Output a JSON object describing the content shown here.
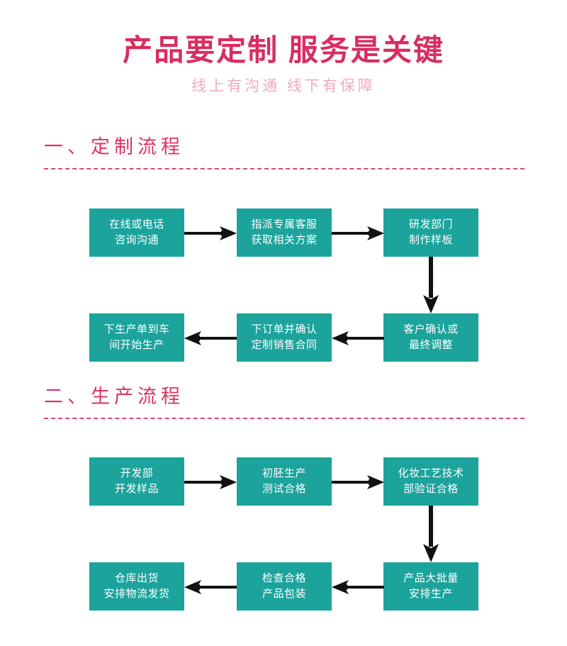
{
  "header": {
    "main_title": "产品要定制 服务是关键",
    "sub_title": "线上有沟通 线下有保障",
    "title_color": "#d82d60",
    "subtitle_color": "#f3a9c0"
  },
  "theme": {
    "node_fill": "#1ba39c",
    "node_text": "#ffffff",
    "accent_pink": "#dd3361",
    "divider_color": "#e0447a",
    "arrow_color": "#111111",
    "background": "#ffffff"
  },
  "sections": [
    {
      "id": "custom-process",
      "heading": "一、定制流程",
      "flow": {
        "row_1": [
          {
            "id": "node-consult",
            "label": "在线或电话\n咨询沟通"
          },
          {
            "id": "node-assign-service",
            "label": "指派专属客服\n获取相关方案"
          },
          {
            "id": "node-rd-sample",
            "label": "研发部门\n制作样板"
          }
        ],
        "row_2": [
          {
            "id": "node-production-order",
            "label": "下生产单到车\n间开始生产"
          },
          {
            "id": "node-sales-contract",
            "label": "下订单并确认\n定制销售合同"
          },
          {
            "id": "node-customer-confirm",
            "label": "客户确认或\n最终调整"
          }
        ],
        "arrows": [
          {
            "id": "arrow-r1-a",
            "direction": "right"
          },
          {
            "id": "arrow-r1-b",
            "direction": "right"
          },
          {
            "id": "arrow-down",
            "direction": "down"
          },
          {
            "id": "arrow-r2-a",
            "direction": "left"
          },
          {
            "id": "arrow-r2-b",
            "direction": "left"
          }
        ]
      }
    },
    {
      "id": "production-process",
      "heading": "二、生产流程",
      "flow": {
        "row_1": [
          {
            "id": "node-dev-sample",
            "label": "开发部\n开发样品"
          },
          {
            "id": "node-blank-test",
            "label": "初胚生产\n测试合格"
          },
          {
            "id": "node-cosmetic-verify",
            "label": "化妆工艺技术\n部验证合格"
          }
        ],
        "row_2": [
          {
            "id": "node-warehouse-ship",
            "label": "仓库出货\n安排物流发货"
          },
          {
            "id": "node-inspect-pack",
            "label": "检查合格\n产品包装"
          },
          {
            "id": "node-mass-production",
            "label": "产品大批量\n安排生产"
          }
        ],
        "arrows": [
          {
            "id": "arrow-r1-a",
            "direction": "right"
          },
          {
            "id": "arrow-r1-b",
            "direction": "right"
          },
          {
            "id": "arrow-down",
            "direction": "down"
          },
          {
            "id": "arrow-r2-a",
            "direction": "left"
          },
          {
            "id": "arrow-r2-b",
            "direction": "left"
          }
        ]
      }
    }
  ]
}
